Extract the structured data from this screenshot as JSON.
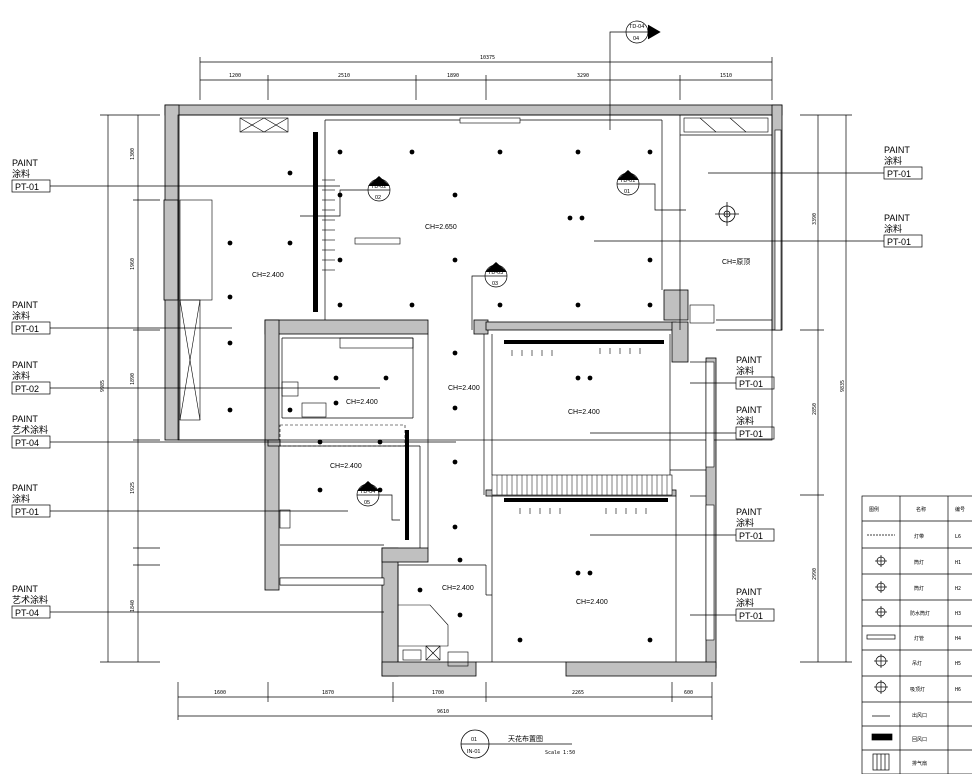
{
  "title": "天花布置图",
  "scale": "Scale 1:50",
  "title_tag": {
    "top": "01",
    "bottom": "IN-01"
  },
  "dims": {
    "total_top": "10375",
    "top_segments": [
      "1200",
      "2510",
      "1890",
      "3290",
      "1510"
    ],
    "total_bottom": "9610",
    "bottom_segments": [
      "1600",
      "1870",
      "1700",
      "2265",
      "600"
    ],
    "left_total": "9985",
    "left_segments": [
      "1300",
      "1960",
      "1890",
      "1925",
      "1840"
    ],
    "right_total": "9835",
    "right_segments": [
      "3390",
      "2850",
      "2990"
    ]
  },
  "callouts_left": [
    {
      "line1": "PAINT",
      "line2": "涂料",
      "code": "PT-01"
    },
    {
      "line1": "PAINT",
      "line2": "涂料",
      "code": "PT-01"
    },
    {
      "line1": "PAINT",
      "line2": "涂料",
      "code": "PT-02"
    },
    {
      "line1": "PAINT",
      "line2": "艺术涂料",
      "code": "PT-04"
    },
    {
      "line1": "PAINT",
      "line2": "涂料",
      "code": "PT-01"
    },
    {
      "line1": "PAINT",
      "line2": "艺术涂料",
      "code": "PT-04"
    }
  ],
  "callouts_right": [
    {
      "line1": "PAINT",
      "line2": "涂料",
      "code": "PT-01"
    },
    {
      "line1": "PAINT",
      "line2": "涂料",
      "code": "PT-01"
    },
    {
      "line1": "PAINT",
      "line2": "涂料",
      "code": "PT-01"
    },
    {
      "line1": "PAINT",
      "line2": "涂料",
      "code": "PT-01"
    },
    {
      "line1": "PAINT",
      "line2": "涂料",
      "code": "PT-01"
    },
    {
      "line1": "PAINT",
      "line2": "涂料",
      "code": "PT-01"
    }
  ],
  "ceiling_heights": [
    "CH=2.650",
    "CH=2.400",
    "CH=2.400",
    "CH=2.400",
    "CH=2.400",
    "CH=2.400",
    "CH=2.400",
    "CH=2.400",
    "CH=原顶"
  ],
  "detail_tags": [
    {
      "top": "TD-04",
      "bottom": "04"
    },
    {
      "top": "TD-02",
      "bottom": "02"
    },
    {
      "top": "TD-01",
      "bottom": "01"
    },
    {
      "top": "TD-03",
      "bottom": "03"
    },
    {
      "top": "TD-04",
      "bottom": "05"
    }
  ],
  "legend": {
    "headers": [
      "图例",
      "名称",
      "编号"
    ],
    "rows": [
      {
        "name": "灯带",
        "code": "L6"
      },
      {
        "name": "筒灯",
        "code": "H1"
      },
      {
        "name": "筒灯",
        "code": "H2"
      },
      {
        "name": "防水筒灯",
        "code": "H3"
      },
      {
        "name": "灯管",
        "code": "H4"
      },
      {
        "name": "吊灯",
        "code": "H5"
      },
      {
        "name": "吸顶灯",
        "code": "H6"
      },
      {
        "name": "出风口",
        "code": ""
      },
      {
        "name": "回风口",
        "code": ""
      },
      {
        "name": "排气扇",
        "code": ""
      }
    ]
  }
}
